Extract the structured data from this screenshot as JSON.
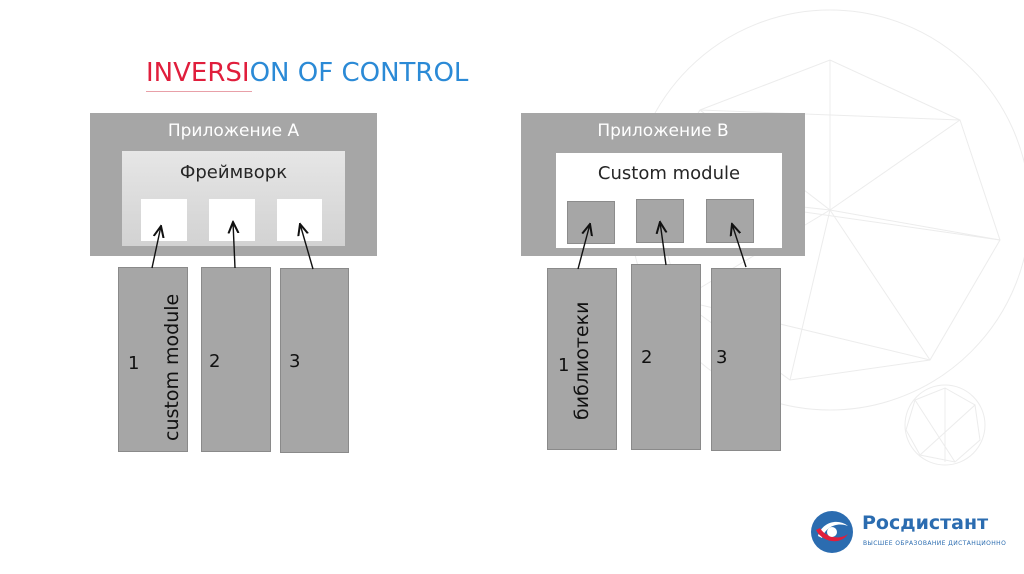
{
  "title": {
    "part1": "INVERSI",
    "part2": "ON",
    "part3": " OF CONTROL"
  },
  "diagram_a": {
    "app_label": "Приложение A",
    "framework_label": "Фреймворк",
    "columns": [
      {
        "number": "1",
        "rotated_text": "custom module"
      },
      {
        "number": "2"
      },
      {
        "number": "3"
      }
    ]
  },
  "diagram_b": {
    "app_label": "Приложение B",
    "module_label": "Custom module",
    "columns": [
      {
        "number": "1",
        "rotated_text": "библиотеки"
      },
      {
        "number": "2"
      },
      {
        "number": "3"
      }
    ]
  },
  "logo": {
    "name": "Росдистант",
    "tagline": "ВЫСШЕЕ ОБРАЗОВАНИЕ ДИСТАНЦИОННО"
  },
  "colors": {
    "title_red": "#e01e3c",
    "title_blue": "#2b8ad6",
    "box_gray": "#a6a6a6",
    "logo_blue": "#2b6cb0"
  }
}
